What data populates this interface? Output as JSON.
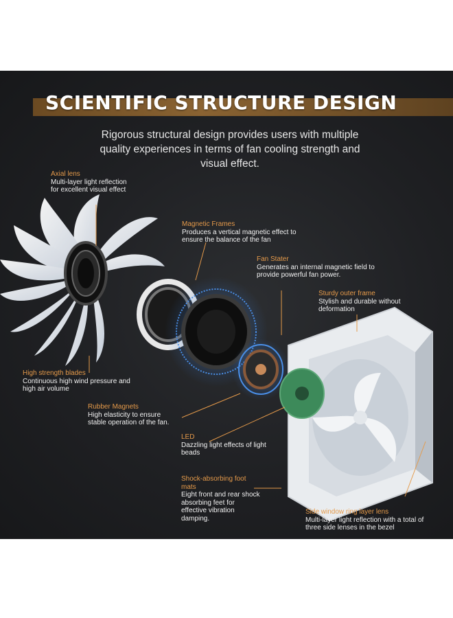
{
  "header": {
    "title": "SCIENTIFIC STRUCTURE DESIGN",
    "subtitle": "Rigorous structural design provides users with multiple quality experiences in terms of fan cooling strength and visual effect."
  },
  "annotations": {
    "axial_lens": {
      "title": "Axial lens",
      "body": "Multi-layer light reflection for excellent visual effect"
    },
    "magnetic_frames": {
      "title": "Magnetic Frames",
      "body": "Produces a vertical magnetic effect to ensure the balance of the fan"
    },
    "fan_stater": {
      "title": "Fan Stater",
      "body": "Generates an internal magnetic field to provide powerful fan power."
    },
    "sturdy_outer_frame": {
      "title": "Sturdy outer frame",
      "body": "Stylish and durable without deformation"
    },
    "high_strength_blades": {
      "title": "High strength blades",
      "body": "Continuous high wind pressure and high air volume"
    },
    "rubber_magnets": {
      "title": "Rubber Magnets",
      "body": "High elasticity to ensure stable operation of the fan."
    },
    "led": {
      "title": "LED",
      "body": "Dazzling light effects of light beads"
    },
    "shock_absorbing": {
      "title": "Shock-absorbing foot mats",
      "body": "Eight front and rear shock absorbing feet for effective vibration damping."
    },
    "side_window": {
      "title": "Side window ring layer lens",
      "body": "Multi-layer light reflection with a total of three side lenses in the bezel"
    }
  },
  "colors": {
    "background": "#1f2023",
    "accent": "#e59a4a",
    "title_bar": "#8a6332"
  }
}
